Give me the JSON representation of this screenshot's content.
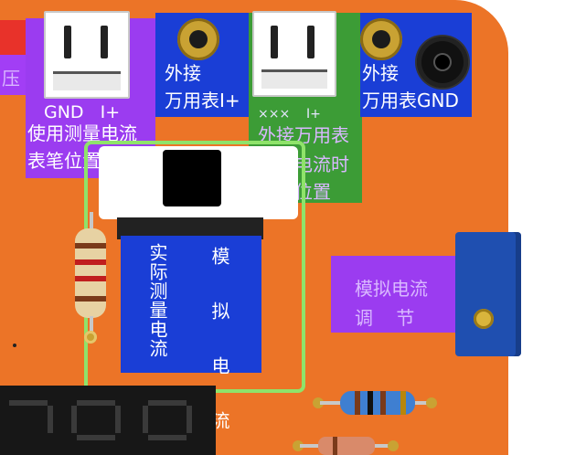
{
  "board": {
    "left_edge_label": "压",
    "connector1": {
      "label": "GND   I+",
      "caption_line1": "使用测量电流",
      "caption_line2": "表笔位置"
    },
    "socket1": {
      "caption_line1": "外接",
      "caption_line2": "万用表I+"
    },
    "connector2": {
      "label": "×××    I+",
      "caption_line1": "外接万用表",
      "caption_line2": "测量电流时",
      "caption_line3": "表笔位置"
    },
    "socket2": {
      "caption_line1": "外接",
      "caption_line2": "万用表GND"
    },
    "switch_panel": {
      "left_label": "实际测量电流",
      "right_label": "模 拟 电 流"
    },
    "pot_panel": {
      "line1": "模拟电流",
      "line2": "调    节"
    }
  },
  "colors": {
    "pcb": "#ec7427",
    "purple_panel": "#9b3cf0",
    "blue_panel": "#1a3ed6",
    "green_panel": "#3c9c36",
    "highlight_box": "#8fe36a"
  },
  "icons": [
    "jumper-connector-icon",
    "banana-socket-icon",
    "slide-switch-icon",
    "potentiometer-icon",
    "resistor-icon",
    "seven-segment-display-icon"
  ]
}
